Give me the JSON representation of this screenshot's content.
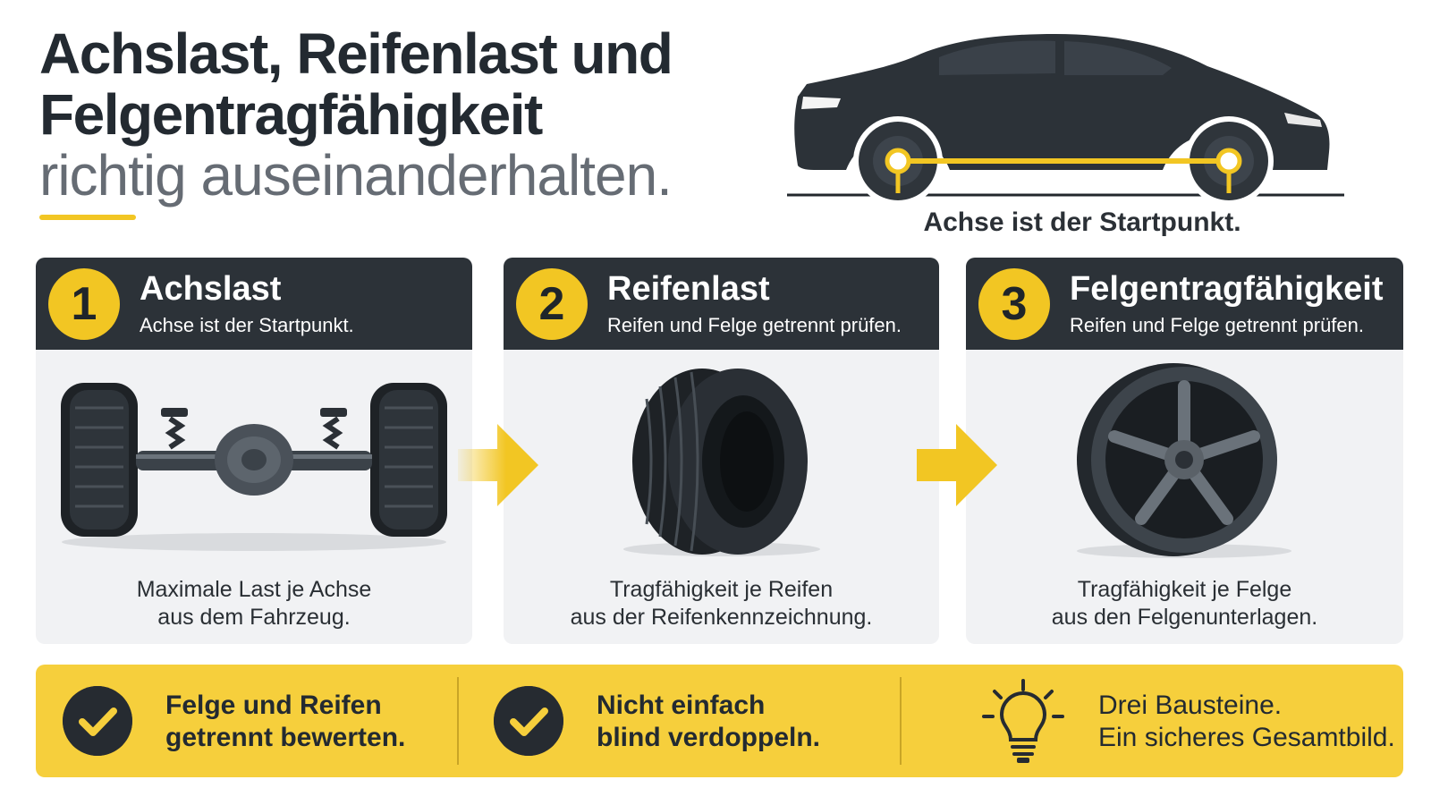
{
  "header": {
    "title_line1": "Achslast, Reifenlast und",
    "title_line2": "Felgentragfähigkeit",
    "title_line3": "richtig auseinanderhalten.",
    "car_caption": "Achse ist der Startpunkt."
  },
  "cards": [
    {
      "number": "1",
      "title": "Achslast",
      "subtitle": "Achse ist der Startpunkt.",
      "text_line1": "Maximale Last je Achse",
      "text_line2": "aus dem Fahrzeug.",
      "image_icon": "axle-icon"
    },
    {
      "number": "2",
      "title": "Reifenlast",
      "subtitle": "Reifen und Felge getrennt prüfen.",
      "text_line1": "Tragfähigkeit je Reifen",
      "text_line2": "aus der Reifenkennzeichnung.",
      "image_icon": "tire-icon"
    },
    {
      "number": "3",
      "title": "Felgentragfähigkeit",
      "subtitle": "Reifen und Felge getrennt prüfen.",
      "text_line1": "Tragfähigkeit je Felge",
      "text_line2": "aus den Felgenunterlagen.",
      "image_icon": "rim-icon"
    }
  ],
  "features": [
    {
      "icon": "check-icon",
      "line1": "Felge und Reifen",
      "line2": "getrennt bewerten."
    },
    {
      "icon": "check-icon",
      "line1": "Nicht einfach",
      "line2": "blind verdoppeln."
    },
    {
      "icon": "lightbulb-icon",
      "line1": "Drei Bausteine.",
      "line2": "Ein sicheres Gesamtbild."
    }
  ],
  "colors": {
    "accent_yellow": "#f2c623",
    "dark_header": "#2c3238",
    "card_background": "#f1f2f4",
    "bar_yellow": "#f6cf3c"
  }
}
